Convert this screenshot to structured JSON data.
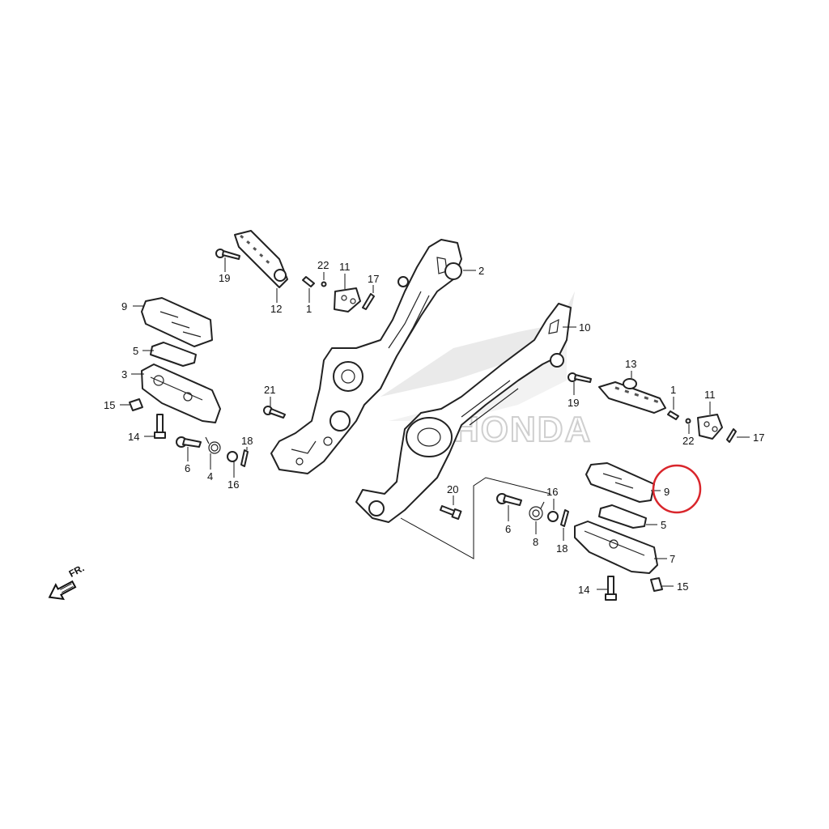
{
  "diagram": {
    "brand_watermark": "HONDA",
    "direction_label": "FR.",
    "highlight_color": "#d9262c",
    "callouts": {
      "c2": "2",
      "c10": "10",
      "c22a": "22",
      "c11a": "11",
      "c17a": "17",
      "c19a": "19",
      "c12": "12",
      "c1a": "1",
      "c9a": "9",
      "c5a": "5",
      "c3": "3",
      "c15a": "15",
      "c14a": "14",
      "c6a": "6",
      "c4": "4",
      "c16a": "16",
      "c18a": "18",
      "c21": "21",
      "c13": "13",
      "c19b": "19",
      "c1b": "1",
      "c11b": "11",
      "c22b": "22",
      "c17b": "17",
      "c9b": "9",
      "c20": "20",
      "c16b": "16",
      "c6b": "6",
      "c8": "8",
      "c18b": "18",
      "c5b": "5",
      "c7": "7",
      "c14b": "14",
      "c15b": "15"
    }
  }
}
